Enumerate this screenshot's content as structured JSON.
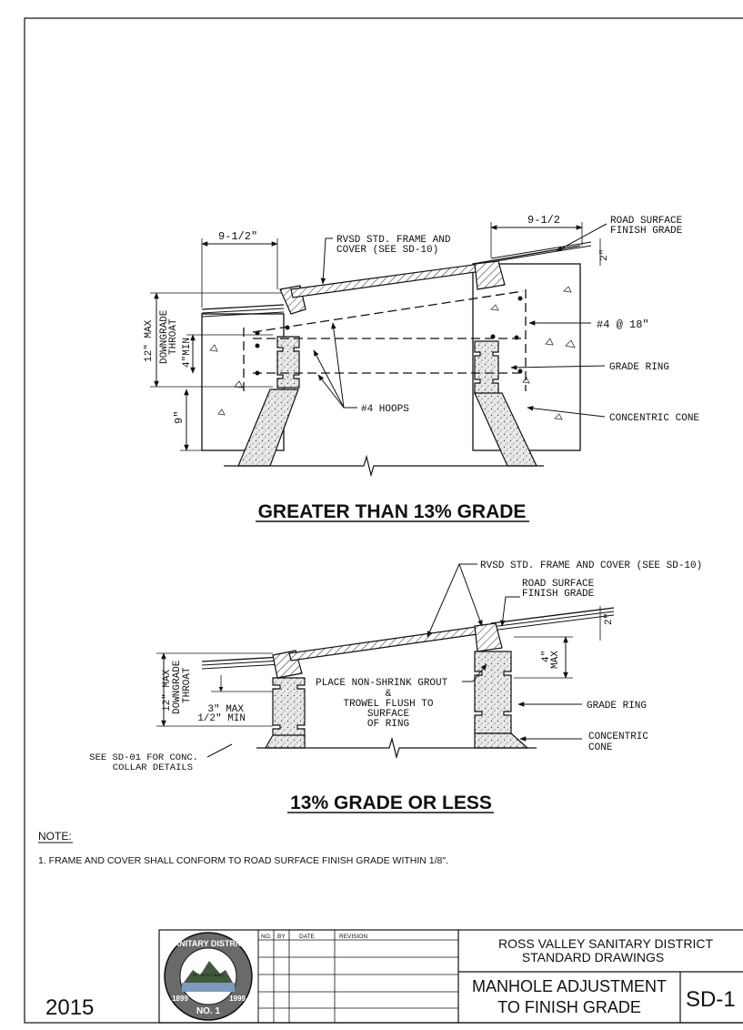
{
  "top_detail": {
    "title": "GREATER THAN 13% GRADE",
    "dim_left_width": "9-1/2\"",
    "dim_right_width": "9-1/2",
    "frame_cover_label_1": "RVSD STD. FRAME AND",
    "frame_cover_label_2": "COVER (SEE SD-10)",
    "road_surface_1": "ROAD SURFACE",
    "road_surface_2": "FINISH GRADE",
    "dim_2": "2\"",
    "rebar_label": "#4 @ 18\"",
    "grade_ring": "GRADE RING",
    "concentric_cone": "CONCENTRIC CONE",
    "hoops_label": "#4 HOOPS",
    "throat_label_1": "12\" MAX",
    "throat_label_2": "DOWNGRADE",
    "throat_label_3": "THROAT",
    "min_label": "4\"MIN",
    "dim_9": "9\""
  },
  "bottom_detail": {
    "title": "13% GRADE OR LESS",
    "frame_cover_label": "RVSD STD. FRAME AND COVER (SEE SD-10)",
    "road_surface_1": "ROAD SURFACE",
    "road_surface_2": "FINISH GRADE",
    "dim_2": "2\"",
    "dim_4_1": "4\"",
    "dim_4_2": "MAX",
    "grout_1": "PLACE NON-SHRINK GROUT",
    "grout_2": "&",
    "grout_3": "TROWEL FLUSH TO",
    "grout_4": "SURFACE",
    "grout_5": "OF RING",
    "grade_ring": "GRADE RING",
    "concentric_1": "CONCENTRIC",
    "concentric_2": "CONE",
    "throat_label_1": "12\" MAX",
    "throat_label_2": "DOWNGRADE",
    "throat_label_3": "THROAT",
    "dim_3_1": "3\" MAX",
    "dim_3_2": "1/2\" MIN",
    "collar_1": "SEE SD-01 FOR CONC.",
    "collar_2": "COLLAR DETAILS"
  },
  "notes": {
    "heading": "NOTE:",
    "note_1": "1.  FRAME AND COVER SHALL CONFORM TO ROAD SURFACE FINISH GRADE WITHIN 1/8\"."
  },
  "title_block": {
    "year": "2015",
    "revision_headers": [
      "NO.",
      "BY",
      "DATE",
      "REVISION"
    ],
    "district_1": "ROSS VALLEY SANITARY DISTRICT",
    "district_2": "STANDARD DRAWINGS",
    "drawing_1": "MANHOLE  ADJUSTMENT",
    "drawing_2": "TO FINISH GRADE",
    "sheet_no": "SD-1"
  },
  "seal": {
    "top_text": "SANITARY DISTRICT",
    "county": "of Marin County",
    "year_left": "1899",
    "year_right": "1999",
    "bottom_text": "NO. 1"
  }
}
